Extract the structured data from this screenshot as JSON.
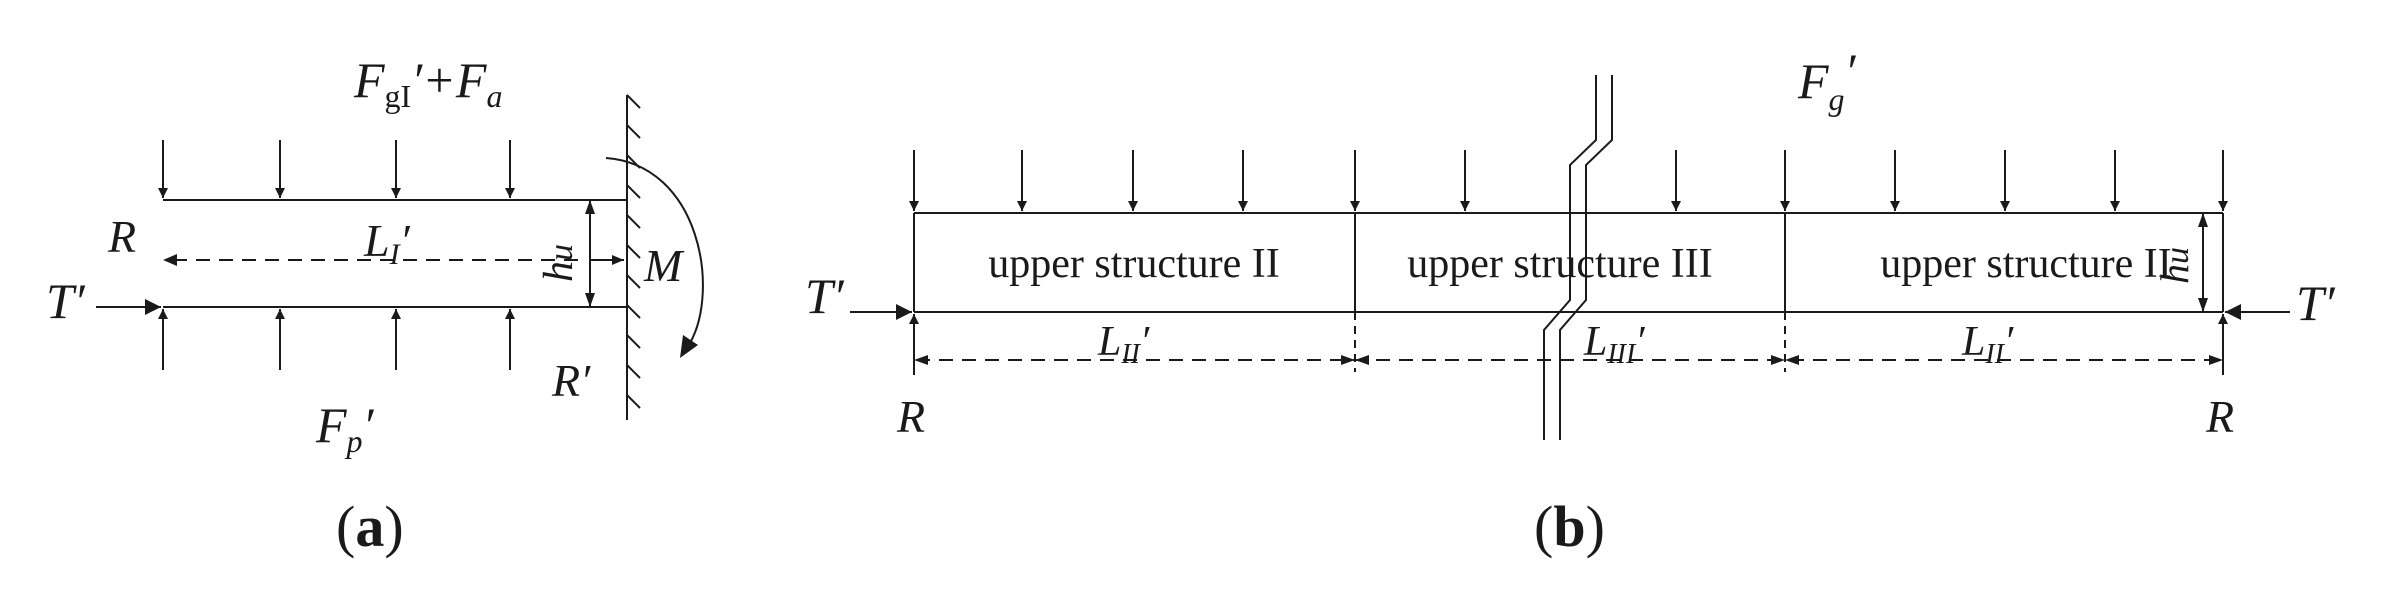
{
  "panel_a": {
    "top_load_F": "F",
    "top_load_sub": "gI",
    "top_load_rest": "′+F",
    "top_load_sub2": "a",
    "reaction_left": "R",
    "length_label": "L",
    "length_sub": "I",
    "length_prime": "′",
    "height_label": "h",
    "height_sub": "u",
    "moment_label": "M",
    "axial_label": "T′",
    "bottom_load_F": "F",
    "bottom_load_sub": "p",
    "bottom_load_prime": "′",
    "reaction_right": "R′",
    "caption_open": "(",
    "caption_letter": "a",
    "caption_close": ")"
  },
  "panel_b": {
    "top_load_F": "F",
    "top_load_sub": "g",
    "top_load_prime": "′",
    "segment_left_label": "upper structure II",
    "segment_mid_label": "upper structure III",
    "segment_right_label": "upper structure II",
    "height_label": "h",
    "height_sub": "u",
    "axial_left": "T′",
    "axial_right": "T′",
    "len_left": "L",
    "len_left_sub": "II",
    "len_mid": "L",
    "len_mid_sub": "III",
    "len_right": "L",
    "len_right_sub": "II",
    "prime": "′",
    "reaction_left": "R",
    "reaction_right": "R",
    "caption_open": "(",
    "caption_letter": "b",
    "caption_close": ")"
  }
}
